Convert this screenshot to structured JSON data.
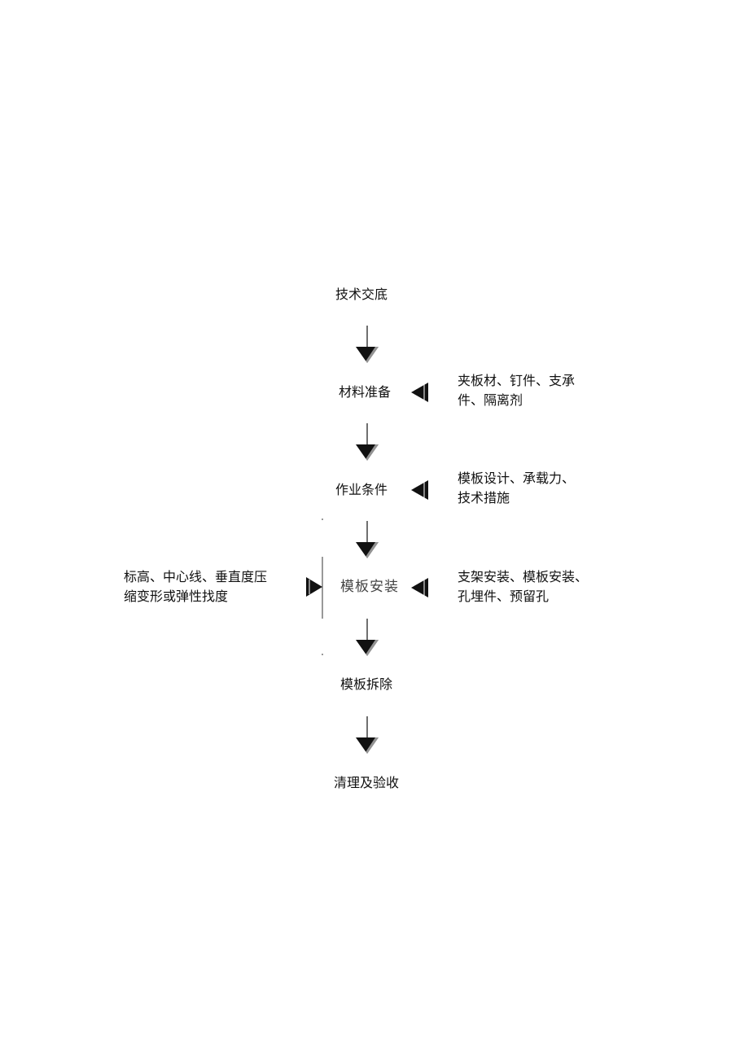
{
  "flow": {
    "steps": [
      "技术交底",
      "材料准备",
      "作业条件",
      "模板安装",
      "模板拆除",
      "清理及验收"
    ],
    "notes": {
      "materials": [
        "夹板材、钉件、支承",
        "件、隔离剂"
      ],
      "conditions": [
        "模板设计、承载力、",
        "技术措施"
      ],
      "install_right": [
        "支架安装、模板安装、",
        "孔埋件、预留孔"
      ],
      "install_left": [
        "标高、中心线、垂直度压",
        "缩变形或弹性找度"
      ]
    }
  }
}
